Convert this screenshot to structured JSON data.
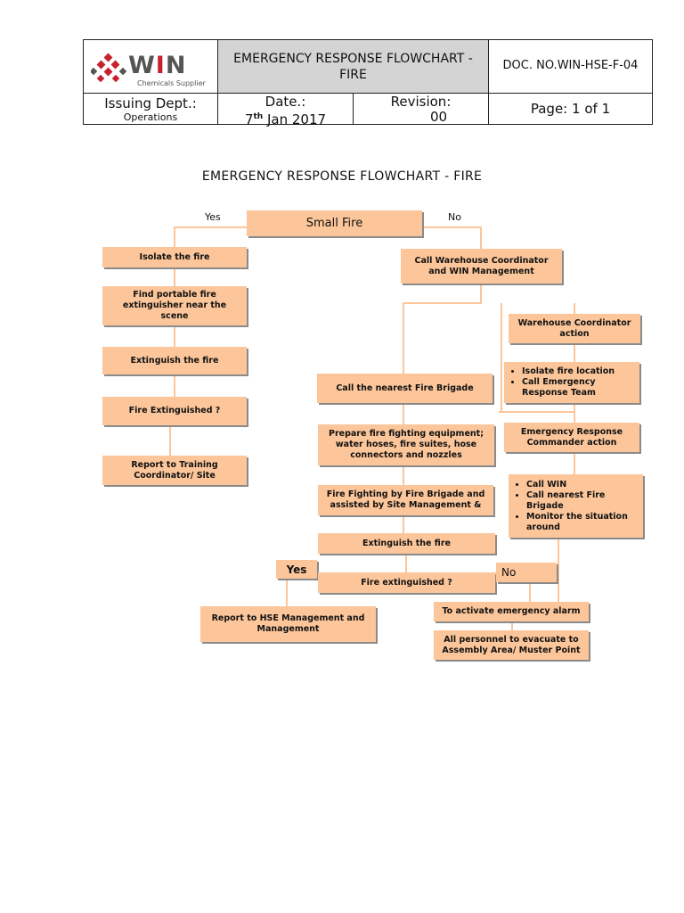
{
  "header": {
    "logo_text": "WIN",
    "logo_subtitle": "Chemicals Supplier",
    "title": "EMERGENCY RESPONSE FLOWCHART - FIRE",
    "doc_no": "DOC. NO.WIN-HSE-F-04",
    "issuing_dept_label": "Issuing Dept.:",
    "issuing_dept_value": "Operations",
    "date_label": "Date.:",
    "date_day": "7",
    "date_suffix": "th",
    "date_rest": "Jan 2017",
    "revision_label": "Revision:",
    "revision_value": "00",
    "page_label": "Page:",
    "page_num": "1",
    "page_of": "of",
    "page_total": "1"
  },
  "doc_title": "EMERGENCY RESPONSE FLOWCHART - FIRE",
  "flow": {
    "small_fire": "Small Fire",
    "yes": "Yes",
    "no": "No",
    "isolate_fire": "Isolate the fire",
    "find_extinguisher": "Find portable fire extinguisher near the scene",
    "extinguish_left": "Extinguish the fire",
    "fire_extinguished_left": "Fire Extinguished ?",
    "report_training": "Report to Training Coordinator/ Site",
    "call_warehouse": "Call Warehouse  Coordinator and  WIN  Management",
    "warehouse_action": "Warehouse Coordinator action",
    "warehouse_items": [
      "Isolate fire location",
      "Call Emergency Response Team"
    ],
    "call_brigade": "Call the nearest Fire Brigade",
    "prepare_equipment": "Prepare fire fighting equipment; water hoses, fire suites, hose connectors and nozzles",
    "erc_action": "Emergency Response Commander action",
    "erc_items": [
      "Call WIN",
      "Call nearest Fire Brigade",
      "Monitor the situation around"
    ],
    "fire_fighting": "Fire Fighting by Fire Brigade and assisted by Site Management &",
    "extinguish_center": "Extinguish the fire",
    "yes2": "Yes",
    "no2": "No",
    "fire_extinguished_center": "Fire extinguished ?",
    "report_hse": "Report to HSE Management and Management",
    "activate_alarm": "To activate emergency alarm",
    "evacuate": "All personnel to evacuate to Assembly Area/ Muster Point"
  }
}
